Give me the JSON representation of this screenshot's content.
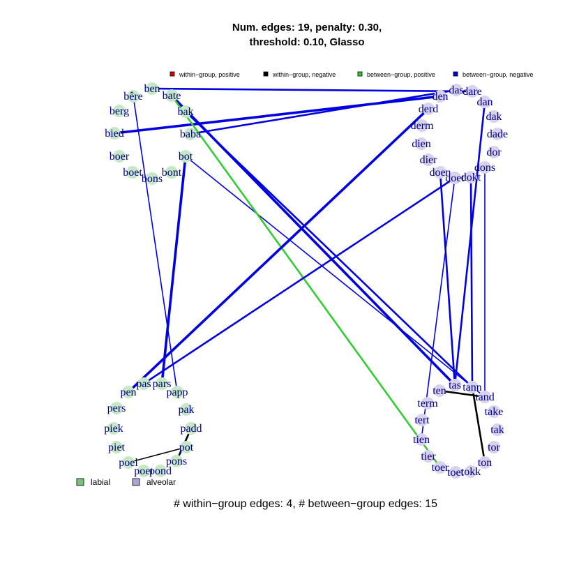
{
  "title_line1": "Num. edges: 19, penalty: 0.30,",
  "title_line2": "threshold: 0.10, Glasso",
  "footer": "# within−group edges: 4, # between−group edges: 15",
  "colors": {
    "labial_node": "#c6e8c6",
    "alveolar_node": "#d8d2ec",
    "labial_key": "#7ac27a",
    "alveolar_key": "#b0a3d4",
    "label": "#000080",
    "within_positive": "#dd0000",
    "within_negative": "#000000",
    "between_positive": "#33cc33",
    "between_negative": "#0000e0"
  },
  "edge_legend": [
    {
      "key": "within_positive",
      "label": "within−group, positive"
    },
    {
      "key": "within_negative",
      "label": "within−group, negative"
    },
    {
      "key": "between_positive",
      "label": "between−group, positive"
    },
    {
      "key": "between_negative",
      "label": "between−group, negative"
    }
  ],
  "group_legend": [
    {
      "key": "labial",
      "label": "labial"
    },
    {
      "key": "alveolar",
      "label": "alveolar"
    }
  ],
  "nodes": [
    {
      "id": "ben",
      "group": "labial"
    },
    {
      "id": "bate",
      "group": "labial"
    },
    {
      "id": "bêre",
      "group": "labial"
    },
    {
      "id": "berg",
      "group": "labial"
    },
    {
      "id": "bak",
      "group": "labial"
    },
    {
      "id": "bied",
      "group": "labial"
    },
    {
      "id": "baba",
      "group": "labial"
    },
    {
      "id": "boer",
      "group": "labial"
    },
    {
      "id": "bot",
      "group": "labial"
    },
    {
      "id": "boet",
      "group": "labial"
    },
    {
      "id": "bont",
      "group": "labial"
    },
    {
      "id": "bons",
      "group": "labial"
    },
    {
      "id": "pas",
      "group": "labial"
    },
    {
      "id": "pars",
      "group": "labial"
    },
    {
      "id": "pen",
      "group": "labial"
    },
    {
      "id": "papp",
      "group": "labial"
    },
    {
      "id": "pers",
      "group": "labial"
    },
    {
      "id": "pak",
      "group": "labial"
    },
    {
      "id": "piek",
      "group": "labial"
    },
    {
      "id": "padd",
      "group": "labial"
    },
    {
      "id": "piet",
      "group": "labial"
    },
    {
      "id": "pot",
      "group": "labial"
    },
    {
      "id": "poel",
      "group": "labial"
    },
    {
      "id": "pons",
      "group": "labial"
    },
    {
      "id": "poet",
      "group": "labial"
    },
    {
      "id": "pond",
      "group": "labial"
    },
    {
      "id": "das",
      "group": "alveolar"
    },
    {
      "id": "dare",
      "group": "alveolar"
    },
    {
      "id": "den",
      "group": "alveolar"
    },
    {
      "id": "dan",
      "group": "alveolar"
    },
    {
      "id": "derd",
      "group": "alveolar"
    },
    {
      "id": "dak",
      "group": "alveolar"
    },
    {
      "id": "derm",
      "group": "alveolar"
    },
    {
      "id": "dade",
      "group": "alveolar"
    },
    {
      "id": "dien",
      "group": "alveolar"
    },
    {
      "id": "dor",
      "group": "alveolar"
    },
    {
      "id": "dier",
      "group": "alveolar"
    },
    {
      "id": "dons",
      "group": "alveolar"
    },
    {
      "id": "doen",
      "group": "alveolar"
    },
    {
      "id": "doet",
      "group": "alveolar"
    },
    {
      "id": "dokt",
      "group": "alveolar"
    },
    {
      "id": "tas",
      "group": "alveolar"
    },
    {
      "id": "tann",
      "group": "alveolar"
    },
    {
      "id": "ten",
      "group": "alveolar"
    },
    {
      "id": "tand",
      "group": "alveolar"
    },
    {
      "id": "term",
      "group": "alveolar"
    },
    {
      "id": "take",
      "group": "alveolar"
    },
    {
      "id": "tert",
      "group": "alveolar"
    },
    {
      "id": "tak",
      "group": "alveolar"
    },
    {
      "id": "tien",
      "group": "alveolar"
    },
    {
      "id": "tor",
      "group": "alveolar"
    },
    {
      "id": "tier",
      "group": "alveolar"
    },
    {
      "id": "ton",
      "group": "alveolar"
    },
    {
      "id": "toer",
      "group": "alveolar"
    },
    {
      "id": "toet",
      "group": "alveolar"
    },
    {
      "id": "tokk",
      "group": "alveolar"
    }
  ],
  "edges": [
    {
      "from": "ben",
      "to": "dare",
      "type": "between_negative",
      "weight": 2
    },
    {
      "from": "bied",
      "to": "den",
      "type": "between_negative",
      "weight": 3
    },
    {
      "from": "baba",
      "to": "das",
      "type": "between_negative",
      "weight": 2
    },
    {
      "from": "bate",
      "to": "tas",
      "type": "between_negative",
      "weight": 3
    },
    {
      "from": "bak",
      "to": "tann",
      "type": "between_negative",
      "weight": 2
    },
    {
      "from": "bot",
      "to": "tand",
      "type": "between_negative",
      "weight": 1
    },
    {
      "from": "bot",
      "to": "pars",
      "type": "between_negative",
      "weight": 3
    },
    {
      "from": "bêre",
      "to": "papp",
      "type": "between_negative",
      "weight": 1
    },
    {
      "from": "bate",
      "to": "toer",
      "type": "between_positive",
      "weight": 2
    },
    {
      "from": "pen",
      "to": "derd",
      "type": "between_negative",
      "weight": 3
    },
    {
      "from": "pas",
      "to": "doet",
      "type": "between_negative",
      "weight": 2
    },
    {
      "from": "doet",
      "to": "tien",
      "type": "between_negative",
      "weight": 1
    },
    {
      "from": "doen",
      "to": "tas",
      "type": "between_negative",
      "weight": 2
    },
    {
      "from": "dan",
      "to": "tas",
      "type": "between_negative",
      "weight": 2
    },
    {
      "from": "dokt",
      "to": "tann",
      "type": "between_negative",
      "weight": 2
    },
    {
      "from": "dons",
      "to": "tand",
      "type": "between_negative",
      "weight": 1
    },
    {
      "from": "ten",
      "to": "tand",
      "type": "within_negative",
      "weight": 2
    },
    {
      "from": "tann",
      "to": "ton",
      "type": "within_negative",
      "weight": 2
    },
    {
      "from": "padd",
      "to": "pons",
      "type": "within_negative",
      "weight": 2
    },
    {
      "from": "pot",
      "to": "poel",
      "type": "within_negative",
      "weight": 1
    }
  ]
}
